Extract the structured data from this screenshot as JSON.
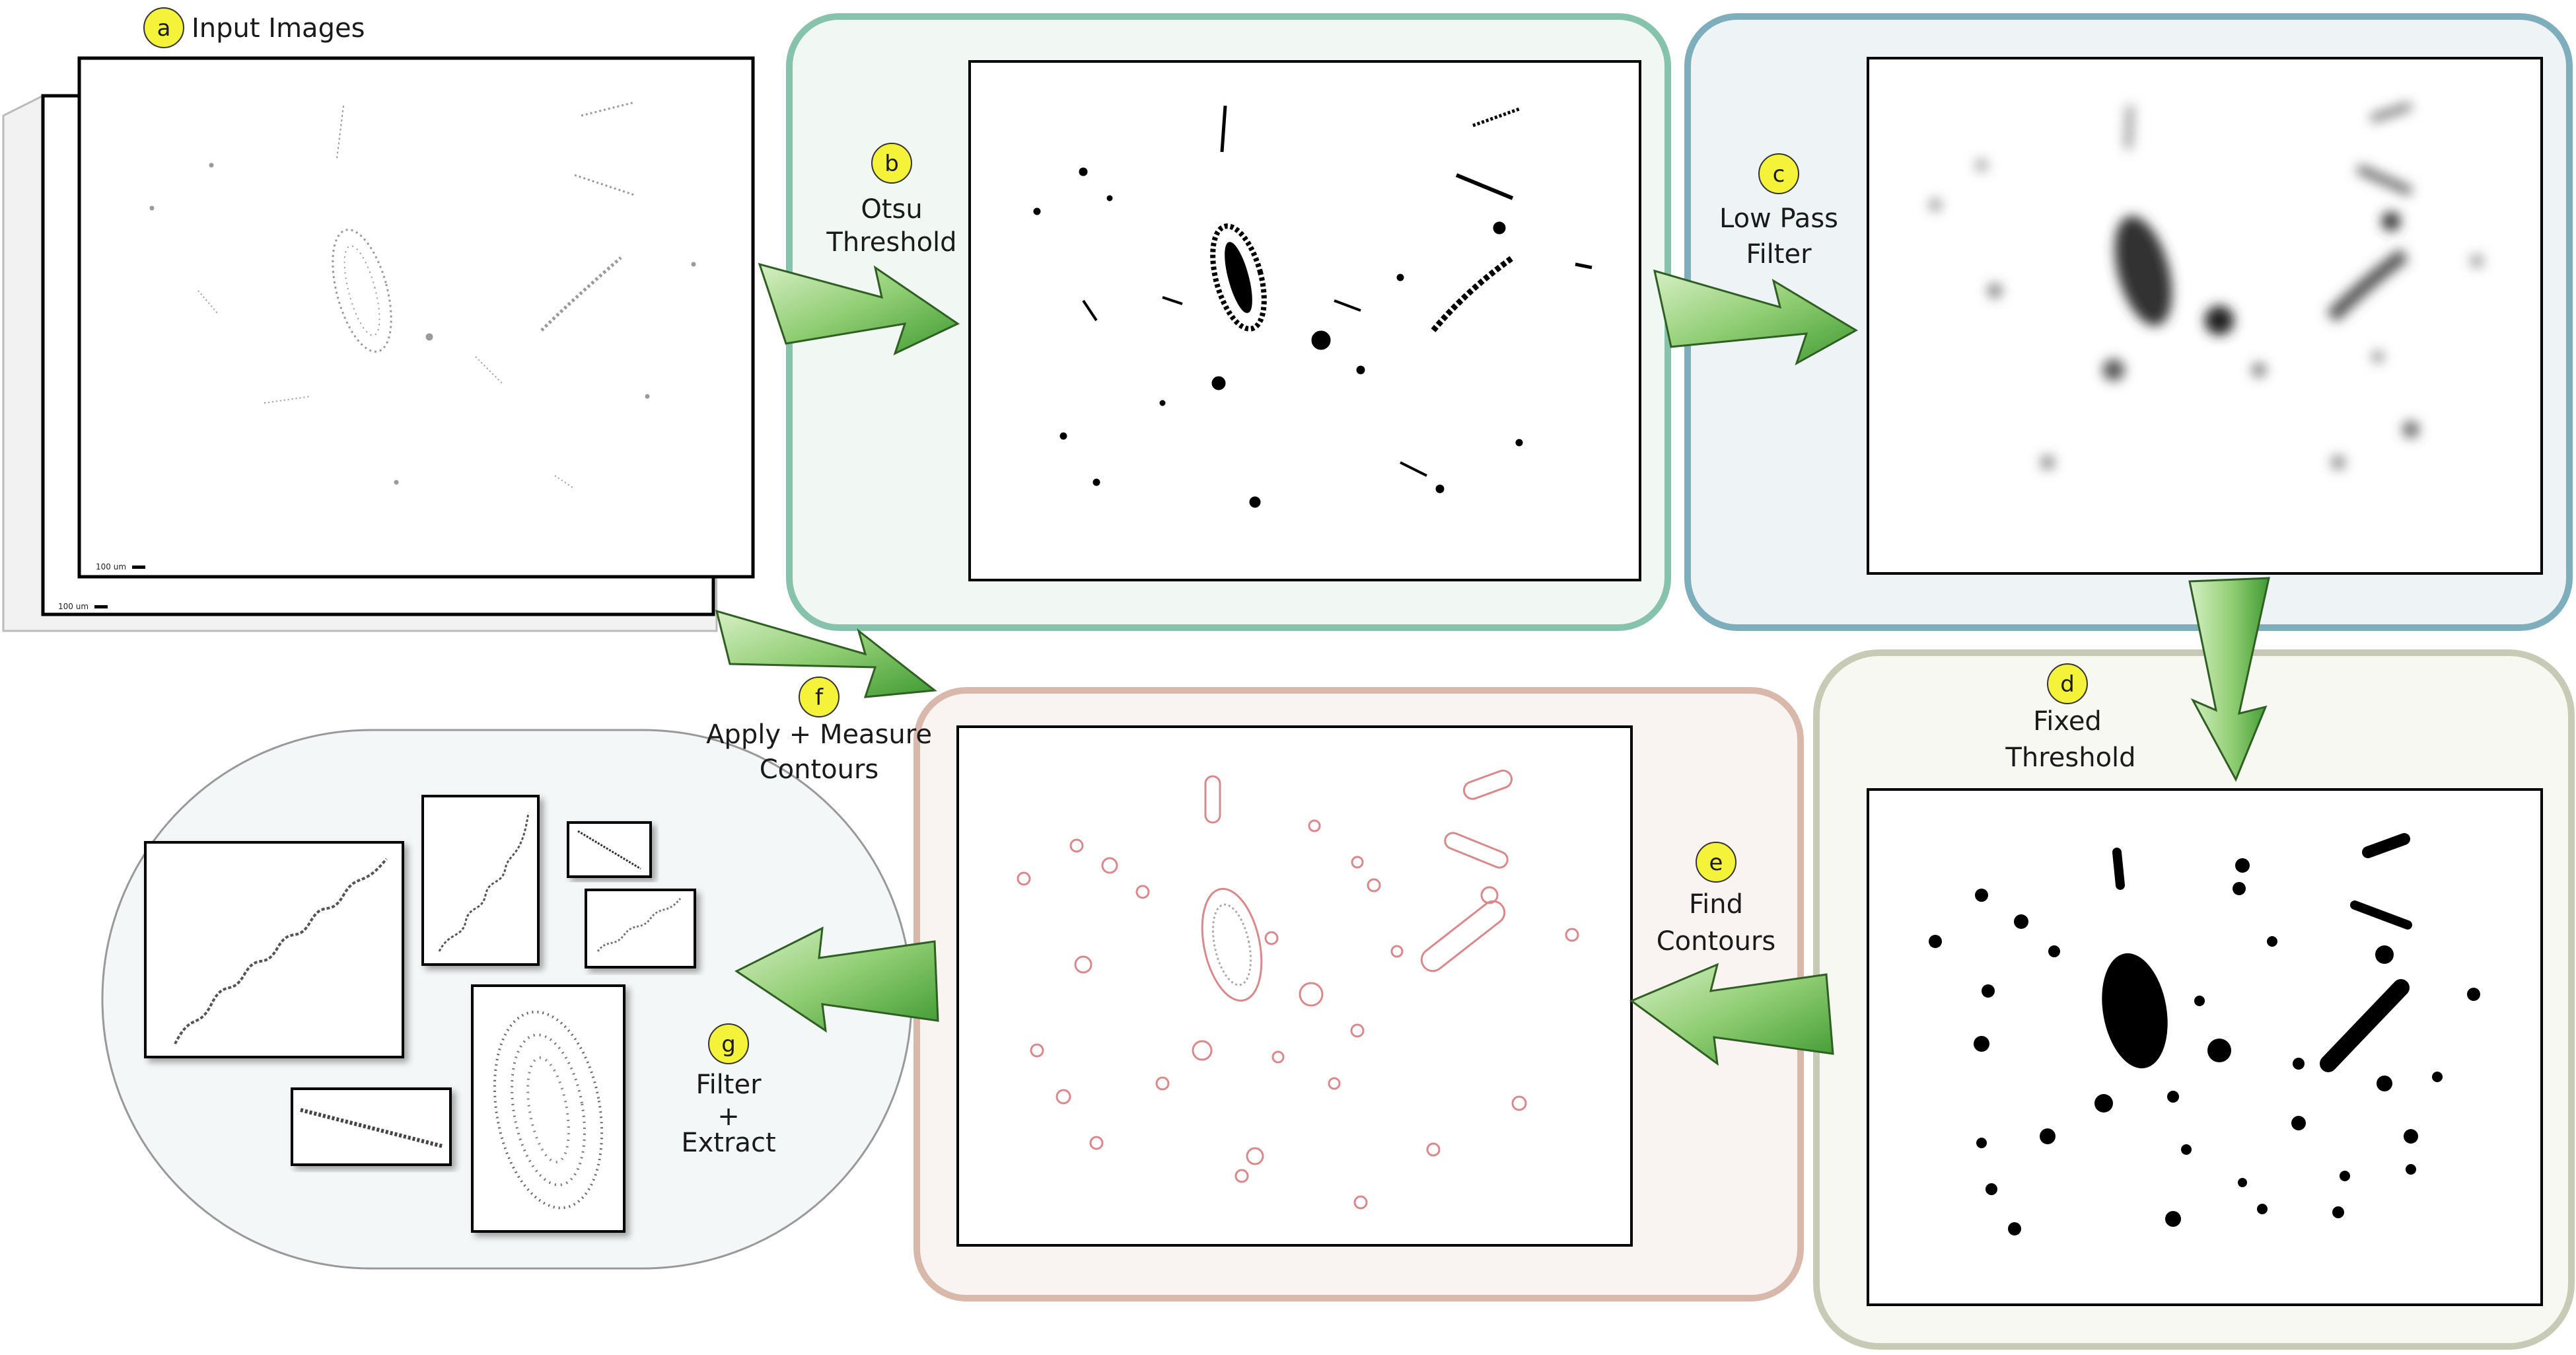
{
  "input": {
    "badge": "a",
    "label": "Input Images",
    "scale_front": "100 um",
    "scale_back": "100 um"
  },
  "steps": {
    "b": {
      "badge": "b",
      "line1": "Otsu",
      "line2": "Threshold"
    },
    "c": {
      "badge": "c",
      "line1": "Low Pass",
      "line2": "Filter"
    },
    "d": {
      "badge": "d",
      "line1": "Fixed",
      "line2": "Threshold"
    },
    "e": {
      "badge": "e",
      "line1": "Find",
      "line2": "Contours"
    },
    "f": {
      "badge": "f",
      "line1": "Apply + Measure",
      "line2": "Contours"
    },
    "g": {
      "badge": "g",
      "line1": "Filter",
      "line2": "+",
      "line3": "Extract"
    }
  },
  "colors": {
    "panel_b_border": "#86c2ac",
    "panel_b_fill": "#f1f7f3",
    "panel_c_border": "#7eaebb",
    "panel_c_fill": "#eef3f6",
    "panel_d_border": "#c7cbb6",
    "panel_d_fill": "#f7f8f1",
    "panel_e_border": "#d9b8ac",
    "panel_e_fill": "#f9f4f2",
    "panel_g_border": "#999999",
    "panel_g_fill": "#f4f7f8",
    "arrow_light": "#c9e8b4",
    "arrow_dark": "#4a9f3a",
    "badge_fill": "#f5f23a",
    "contour": "#d9898c"
  }
}
